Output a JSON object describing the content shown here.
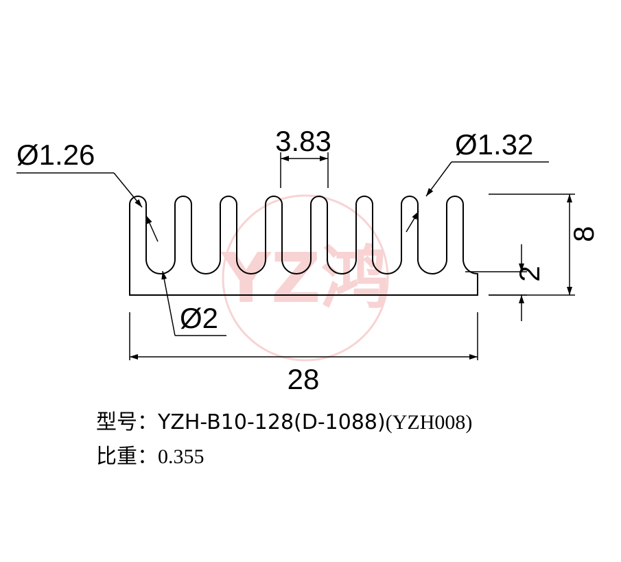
{
  "drawing": {
    "colors": {
      "line": "#000000",
      "watermark": "#e23b3b"
    },
    "dimensions": {
      "tip_diameter_left": "Ø1.26",
      "fin_pitch": "3.83",
      "tip_diameter_right": "Ø1.32",
      "root_diameter": "Ø2",
      "total_width": "28",
      "total_height": "8",
      "base_thickness": "2"
    },
    "watermark": {
      "icon": "yzh-logo-seal-icon",
      "text": "YZ鸿"
    },
    "caption": {
      "model_label": "型号：",
      "model_value": "YZH-B10-128(D-1088)",
      "model_alt": "(YZH008)",
      "gravity_label": "比重：",
      "gravity_value": "0.355"
    }
  }
}
